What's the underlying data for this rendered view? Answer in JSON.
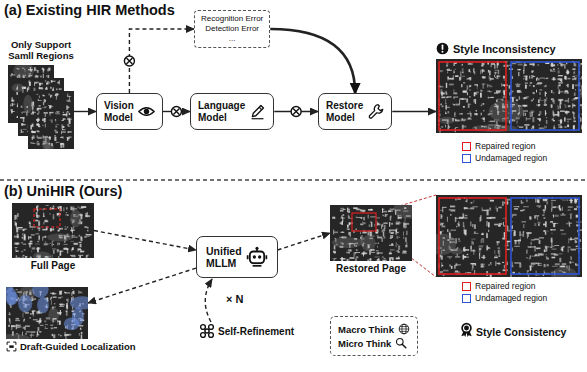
{
  "diagram": {
    "nodes": [
      {
        "text": [
          "Only Support Samll Regions"
        ]
      },
      {
        "text": [
          "Vision Model"
        ]
      },
      {
        "text": [
          "Language Model"
        ]
      },
      {
        "text": [
          "Restore Model"
        ]
      },
      {
        "text": [
          "Recognition Error",
          "Detection Error",
          "..."
        ]
      },
      {
        "text": [
          "Style Inconsistency"
        ]
      },
      {
        "text": [
          "Full Page"
        ]
      },
      {
        "text": [
          "Unified MLLM"
        ]
      },
      {
        "text": [
          "Restored Page"
        ]
      },
      {
        "text": [
          "Draft-Guided Localization"
        ]
      },
      {
        "text": [
          "Macro Think",
          "Micro Think"
        ]
      }
    ],
    "edges": [
      {
        "from": 0,
        "to": 1,
        "arrow": "to"
      },
      {
        "from": 1,
        "to": 2,
        "arrow": "to"
      },
      {
        "from": 2,
        "to": 3,
        "arrow": "to"
      },
      {
        "from": 1,
        "to": 4,
        "arrow": "to"
      },
      {
        "from": 4,
        "to": 3,
        "arrow": "to"
      },
      {
        "from": 3,
        "to": 5,
        "arrow": "to"
      },
      {
        "from": 6,
        "to": 7,
        "arrow": "to"
      },
      {
        "from": 7,
        "to": 8,
        "arrow": "to"
      },
      {
        "from": 7,
        "to": 9,
        "arrow": "to"
      }
    ],
    "labels": [
      "(a) Existing HIR Methods",
      "(b) UniHIR (Ours)",
      "× N",
      "Self-Refinement",
      "Style Consistency"
    ],
    "legend": [
      {
        "text": "Repaired region",
        "color": "#e02020"
      },
      {
        "text": "Undamaged region",
        "color": "#2f55d4"
      },
      {
        "text": "Repaired region",
        "color": "#e02020"
      },
      {
        "text": "Undamaged region",
        "color": "#2f55d4"
      }
    ]
  }
}
